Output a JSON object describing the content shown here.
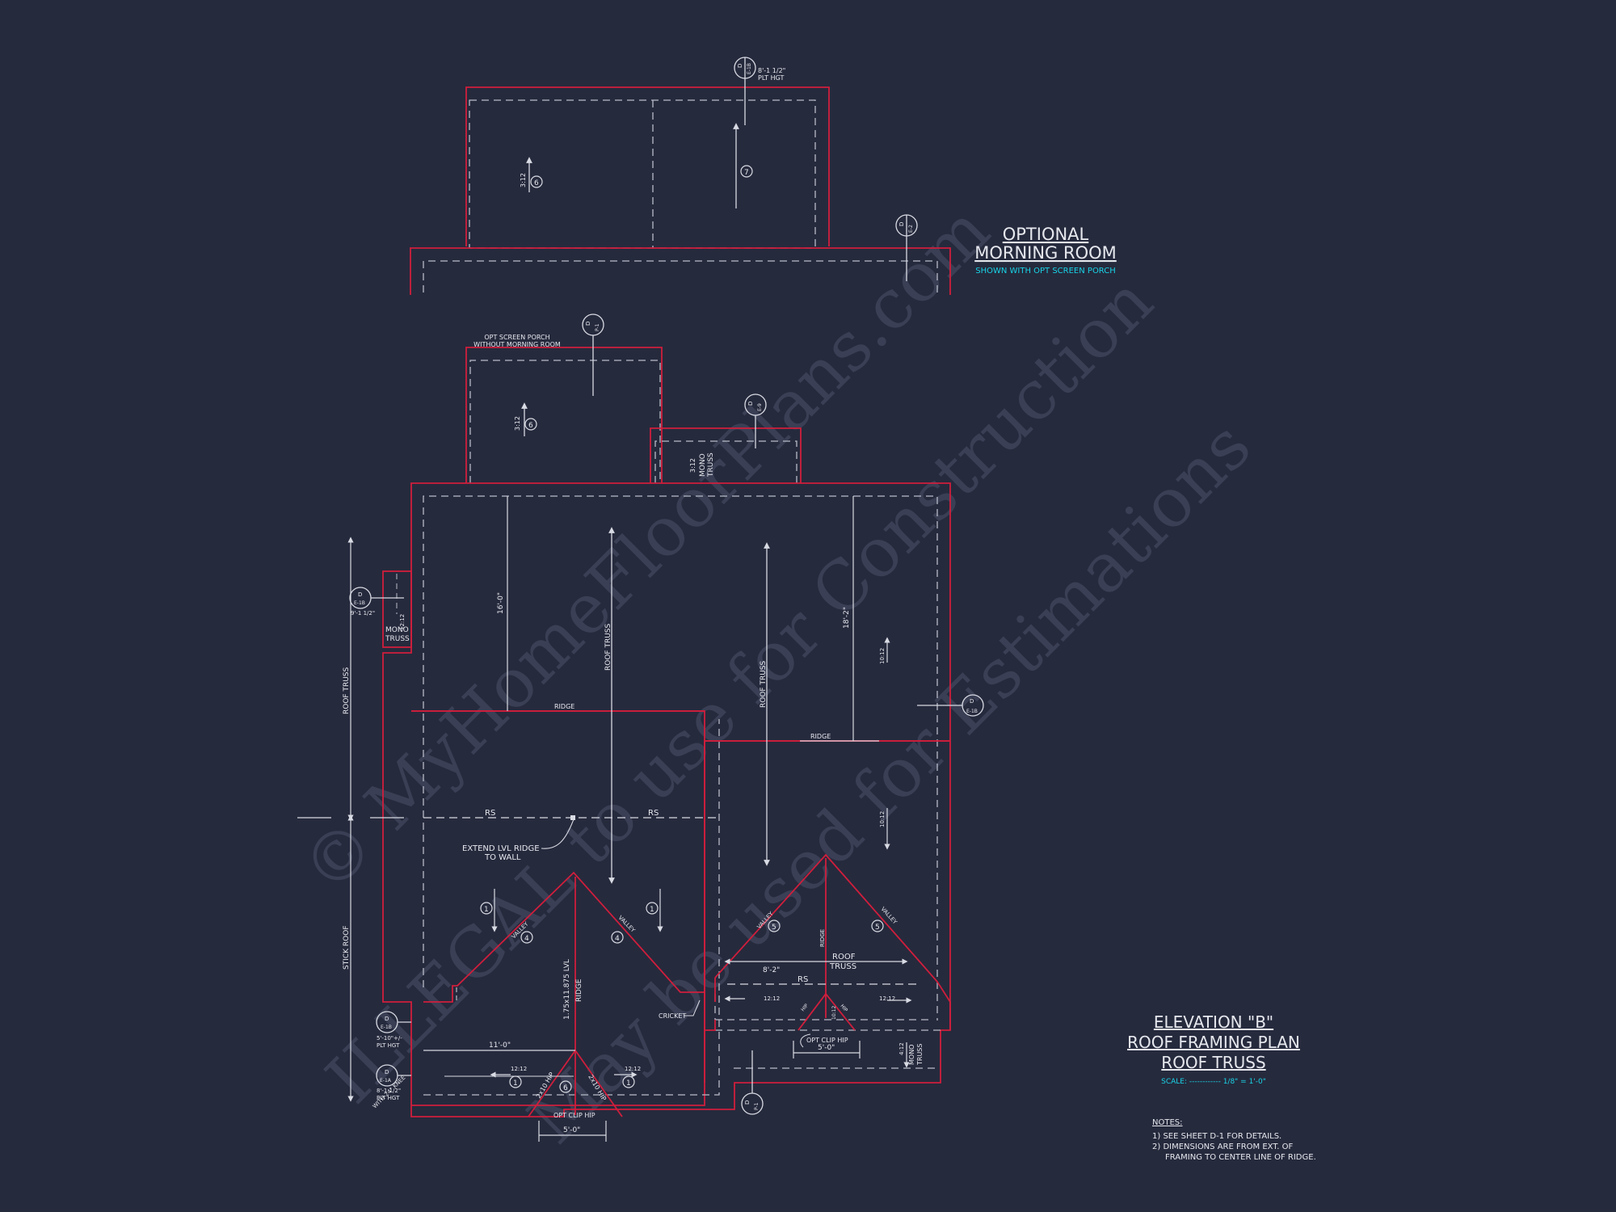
{
  "colors": {
    "background": "#262a3d",
    "roof_outline": "#d01e3c",
    "wall_dashed": "#b8bcc8",
    "text": "#e6e8ee",
    "scale_text": "#19d3e6",
    "watermark": "#3a3f55"
  },
  "watermark": {
    "line1": "© MyHomeFloorPlans.com",
    "line2": "ILLEGAL to use for Construction",
    "line3": "May be used for Estimations"
  },
  "morning_room": {
    "title_line1": "OPTIONAL",
    "title_line2": "MORNING ROOM",
    "subtitle": "SHOWN WITH OPT SCREEN PORCH",
    "plt_hgt": "8'-1 1/2\"",
    "plt_hgt_label": "PLT HGT",
    "pitch_a": "3:12",
    "callout_a": "6",
    "callout_b": "7"
  },
  "screen_porch": {
    "label_line1": "OPT SCREEN PORCH",
    "label_line2": "WITHOUT MORNING ROOM",
    "pitch": "3:12",
    "callout": "6"
  },
  "mono": {
    "pitch": "3:12",
    "label1": "MONO",
    "label2": "TRUSS"
  },
  "left_mono": {
    "pitch": "12:12",
    "label1": "MONO",
    "label2": "TRUSS"
  },
  "main": {
    "dim_16": "16'-0\"",
    "dim_18": "18'-2\"",
    "roof_truss": "ROOF TRUSS",
    "ridge": "RIDGE",
    "pitch_10": "10:12",
    "rs": "RS",
    "extend_line1": "EXTEND LVL RIDGE",
    "extend_line2": "TO WALL",
    "valley": "VALLEY",
    "c1": "1",
    "c4": "4",
    "c5": "5",
    "c6": "6",
    "lvl_ridge_line1": "1.75x11.875 LVL",
    "lvl_ridge_line2": "RIDGE",
    "hip": "2x10 HIP",
    "dim_11": "11'-0\"",
    "dim_8_2": "8'-2\"",
    "pitch_12": "12:12",
    "cricket": "CRICKET",
    "opt_clip_hip": "OPT CLIP HIP",
    "dim_5": "5'-0\"",
    "hip_short": "HIP",
    "pitch_4": "4:12",
    "roof_truss_2a": "ROOF",
    "roof_truss_2b": "TRUSS",
    "roof_truss_v": "ROOF TRUSS",
    "stick_roof": "STICK ROOF"
  },
  "sections": {
    "d": "D",
    "e1b": "E-1B",
    "e1a": "E-1A",
    "p1": "P-1",
    "e2": "E-2",
    "e9": "E-9"
  },
  "heights": {
    "left_top": "9'-1 1/2\"",
    "left_mid_1": "5'-10\"+/-",
    "left_mid_2": "PLT HGT",
    "left_bot_1": "8'-1 1/2\"",
    "left_bot_2": "PLT HGT",
    "left_bot_3": "WITH 24\" KNEE"
  },
  "title_block": {
    "line1": "ELEVATION \"B\"",
    "line2": "ROOF FRAMING PLAN",
    "line3": "ROOF TRUSS",
    "scale": "SCALE: ------------ 1/8\" = 1'-0\""
  },
  "notes": {
    "heading": "NOTES:",
    "n1": "1)  SEE SHEET D-1 FOR DETAILS.",
    "n2a": "2)  DIMENSIONS ARE FROM EXT. OF",
    "n2b": "FRAMING TO CENTER LINE OF RIDGE."
  }
}
